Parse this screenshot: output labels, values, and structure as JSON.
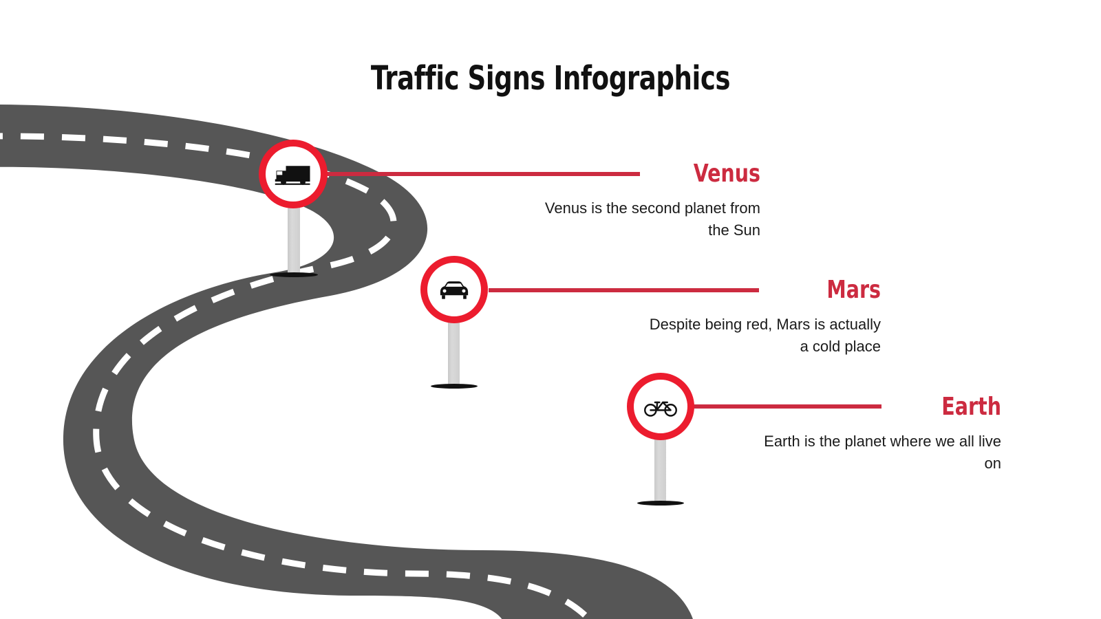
{
  "slide": {
    "title": "Traffic Signs Infographics",
    "background_color": "#FFFFFF"
  },
  "theme": {
    "road_gray": "#565656",
    "lane_dash_white": "#FFFFFF",
    "sign_ring_red": "#EC1C2E",
    "accent_red": "#CC2B40",
    "heading_red": "#CC2B40",
    "pole_gray": "#D2D2D2",
    "text_dark": "#1A1A1A",
    "title_black": "#111111"
  },
  "items": [
    {
      "id": "venus",
      "heading": "Venus",
      "body": "Venus is the second planet from the Sun",
      "sign_icon": "truck-icon",
      "sign_icon_label": "No trucks"
    },
    {
      "id": "mars",
      "heading": "Mars",
      "body": "Despite being red, Mars is actually a cold place",
      "sign_icon": "car-icon",
      "sign_icon_label": "No cars"
    },
    {
      "id": "earth",
      "heading": "Earth",
      "body": "Earth is the planet where we all live on",
      "sign_icon": "bicycle-icon",
      "sign_icon_label": "No bicycles"
    }
  ]
}
